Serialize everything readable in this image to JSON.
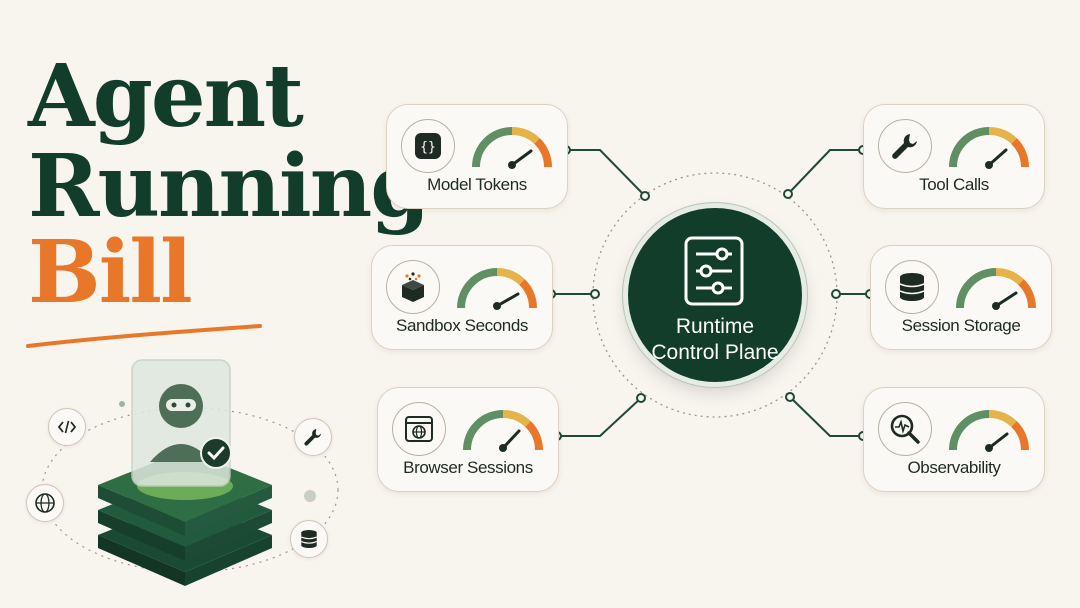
{
  "title": {
    "line1": "Agent",
    "line2": "Running",
    "line3": "Bill"
  },
  "hub": {
    "label_line1": "Runtime",
    "label_line2": "Control Plane",
    "icon": "sliders-icon"
  },
  "meters": [
    {
      "label": "Model Tokens",
      "icon": "code-braces-icon"
    },
    {
      "label": "Sandbox Seconds",
      "icon": "sandbox-box-icon"
    },
    {
      "label": "Browser Sessions",
      "icon": "browser-globe-icon"
    },
    {
      "label": "Tool Calls",
      "icon": "wrench-icon"
    },
    {
      "label": "Session Storage",
      "icon": "database-icon"
    },
    {
      "label": "Observability",
      "icon": "magnifier-pulse-icon"
    }
  ],
  "agent_illustration": {
    "badge_icon": "checkmark-icon",
    "orbit_icons": [
      "code-icon",
      "wrench-icon",
      "globe-icon",
      "database-icon"
    ]
  },
  "colors": {
    "dark_green": "#123d2a",
    "orange": "#e8772a",
    "gauge_green": "#5f8f63",
    "gauge_yellow": "#e6b24a",
    "gauge_orange": "#e8772a",
    "background": "#f8f4ee"
  }
}
